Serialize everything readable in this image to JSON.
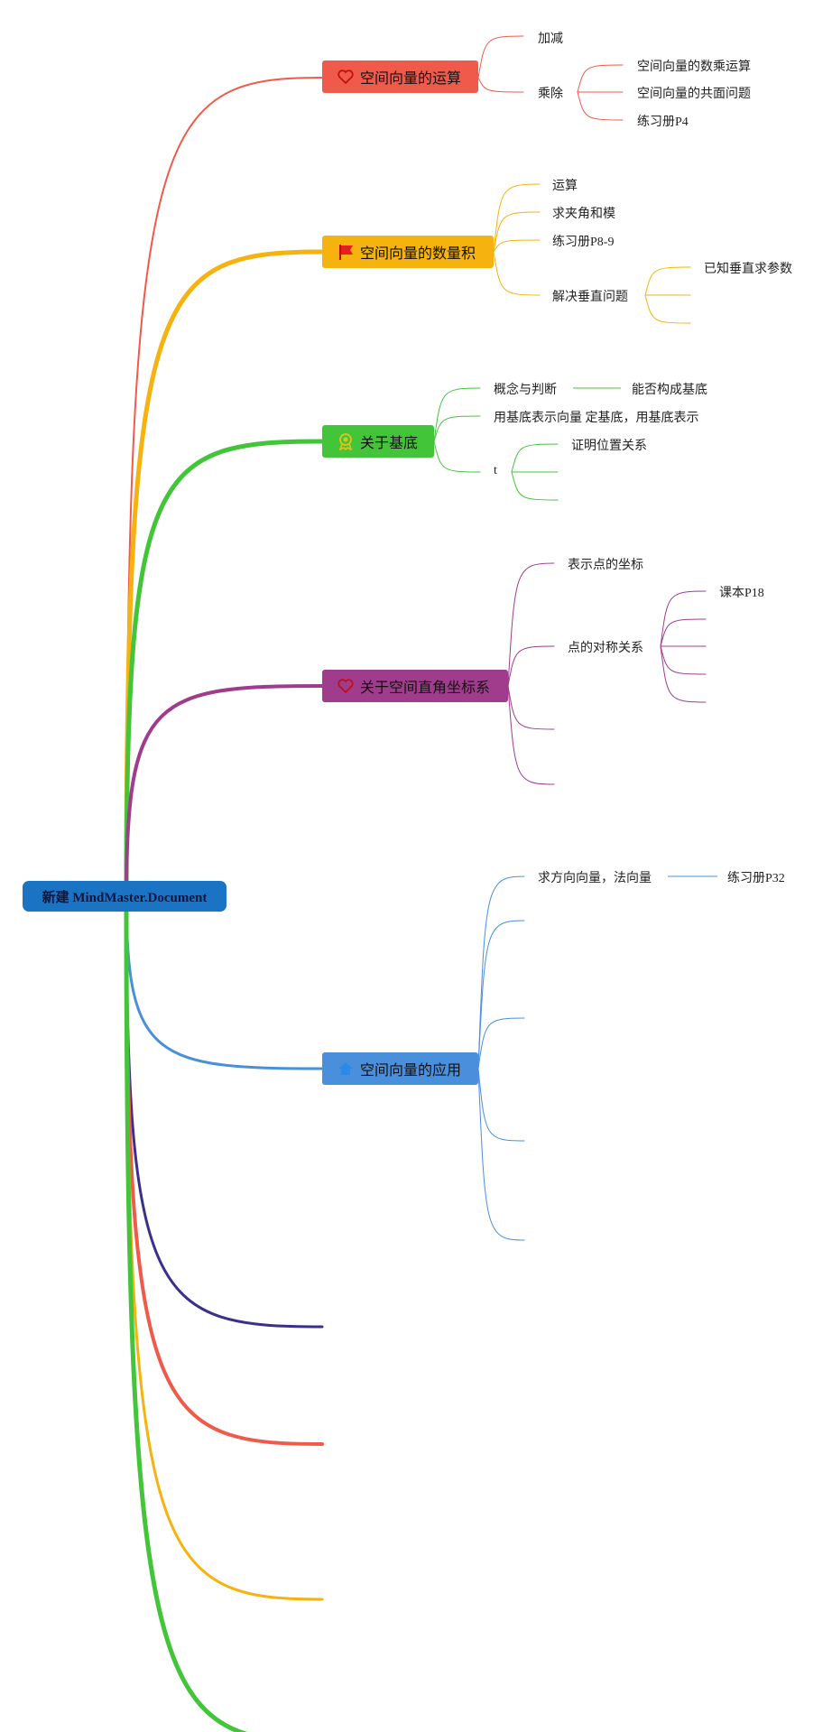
{
  "root": {
    "label": "新建 MindMaster.Document"
  },
  "branches": [
    {
      "label": "空间向量的运算",
      "icon": "heart-icon",
      "color": "#f05a4a",
      "children": [
        {
          "label": "加减"
        },
        {
          "label": "乘除",
          "children": [
            {
              "label": "空间向量的数乘运算"
            },
            {
              "label": "空间向量的共面问题"
            },
            {
              "label": "练习册P4"
            }
          ]
        }
      ]
    },
    {
      "label": "空间向量的数量积",
      "icon": "flag-icon",
      "color": "#f6b20f",
      "children": [
        {
          "label": "运算"
        },
        {
          "label": "求夹角和模"
        },
        {
          "label": "练习册P8-9"
        },
        {
          "label": "解决垂直问题",
          "children": [
            {
              "label": "已知垂直求参数"
            },
            {
              "label": ""
            },
            {
              "label": ""
            }
          ]
        }
      ]
    },
    {
      "label": "关于基底",
      "icon": "award-icon",
      "color": "#43c53a",
      "children": [
        {
          "label": "概念与判断",
          "children": [
            {
              "label": "能否构成基底"
            }
          ]
        },
        {
          "label": "用基底表示向量 定基底，用基底表示"
        },
        {
          "label": "t",
          "children": [
            {
              "label": "证明位置关系"
            },
            {
              "label": ""
            },
            {
              "label": ""
            }
          ]
        }
      ]
    },
    {
      "label": "关于空间直角坐标系",
      "icon": "heart-icon",
      "color": "#a03c8c",
      "children": [
        {
          "label": "表示点的坐标"
        },
        {
          "label": "点的对称关系",
          "children": [
            {
              "label": "课本P18"
            },
            {
              "label": ""
            },
            {
              "label": ""
            },
            {
              "label": ""
            },
            {
              "label": ""
            }
          ]
        },
        {
          "label": ""
        },
        {
          "label": ""
        }
      ]
    },
    {
      "label": "空间向量的应用",
      "icon": "home-icon",
      "color": "#4a8fdc",
      "children": [
        {
          "label": "求方向向量，法向量",
          "children": [
            {
              "label": "练习册P32"
            }
          ]
        },
        {
          "label": ""
        },
        {
          "label": ""
        },
        {
          "label": ""
        },
        {
          "label": ""
        }
      ]
    },
    {
      "label": "",
      "color": "#3a2f8c"
    },
    {
      "label": "",
      "color": "#f05a4a"
    },
    {
      "label": "",
      "color": "#f6b20f"
    },
    {
      "label": "",
      "color": "#43c53a"
    }
  ]
}
